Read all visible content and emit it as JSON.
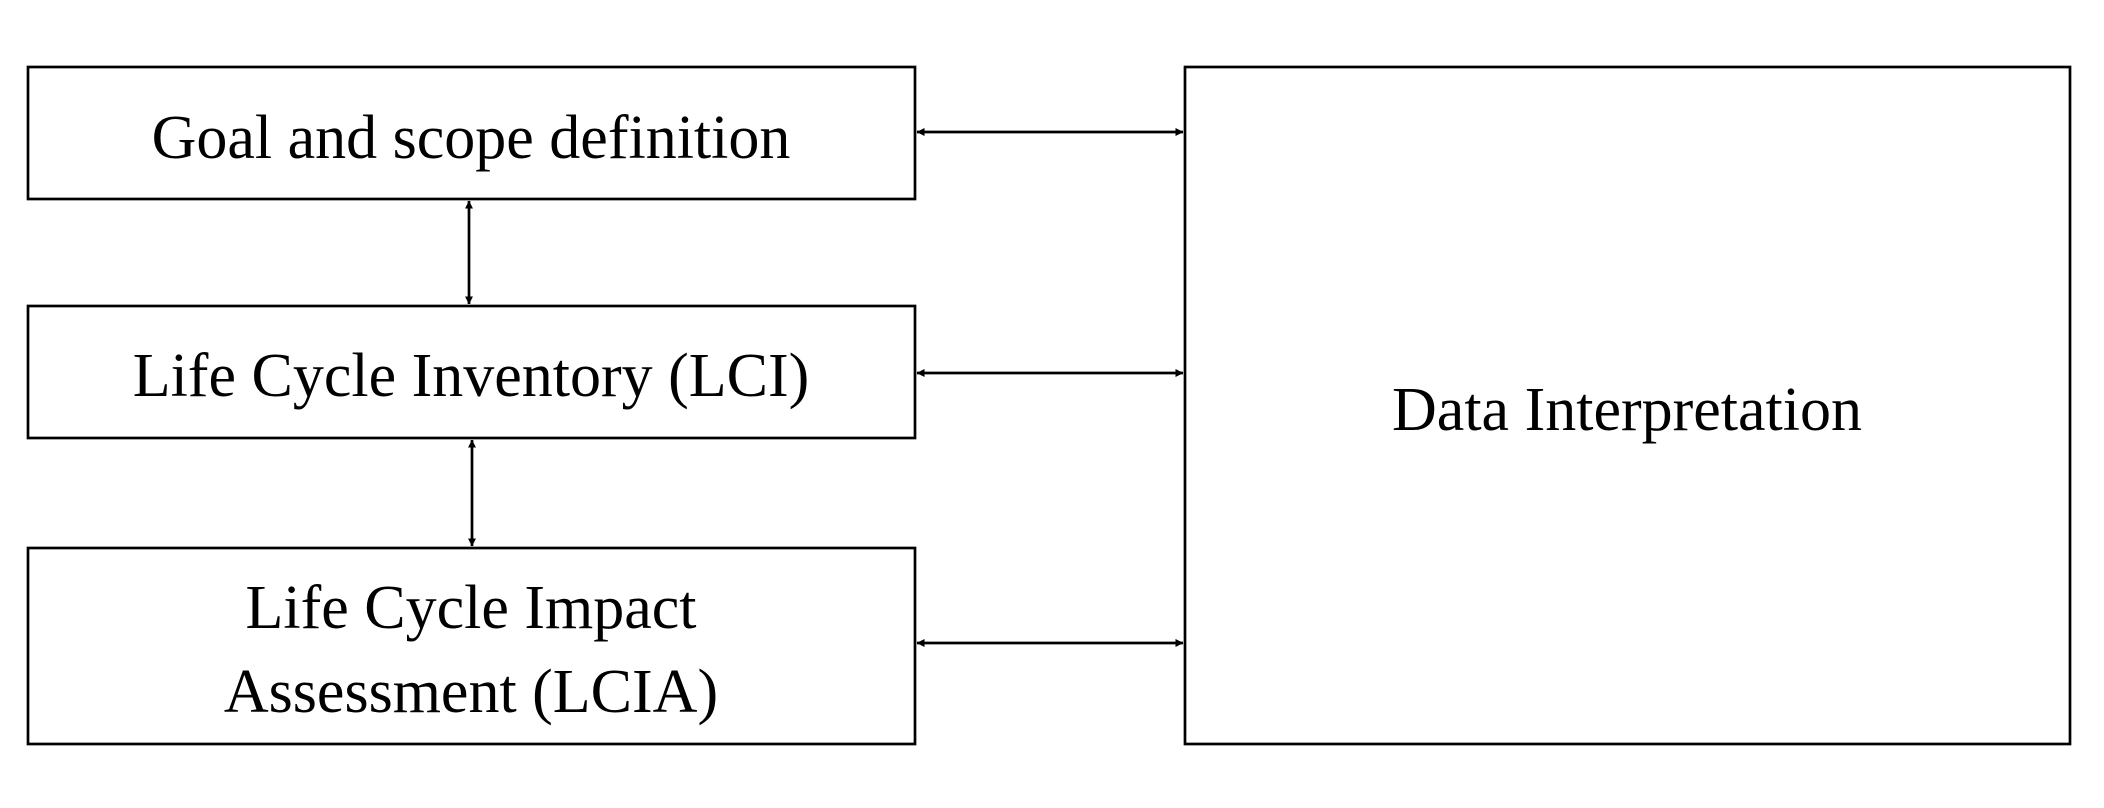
{
  "diagram": {
    "type": "flow",
    "boxes": {
      "goal": {
        "lines": [
          "Goal and scope definition"
        ]
      },
      "lci": {
        "lines": [
          "Life Cycle Inventory (LCI)"
        ]
      },
      "lcia": {
        "lines": [
          "Life Cycle Impact",
          "Assessment (LCIA)"
        ]
      },
      "interpretation": {
        "lines": [
          "Data Interpretation"
        ]
      }
    },
    "connections": [
      {
        "from": "goal",
        "to": "lci",
        "direction": "bidirectional"
      },
      {
        "from": "lci",
        "to": "lcia",
        "direction": "bidirectional"
      },
      {
        "from": "goal",
        "to": "interpretation",
        "direction": "bidirectional"
      },
      {
        "from": "lci",
        "to": "interpretation",
        "direction": "bidirectional"
      },
      {
        "from": "lcia",
        "to": "interpretation",
        "direction": "bidirectional"
      }
    ],
    "colors": {
      "stroke": "#000000",
      "fill": "#ffffff",
      "text": "#000000"
    }
  }
}
